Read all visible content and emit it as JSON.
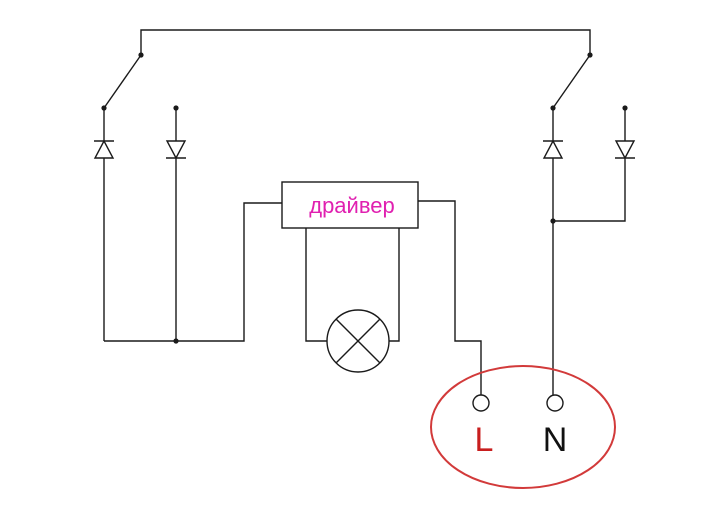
{
  "driver": {
    "label": "драйвер",
    "label_color": "#e020b0"
  },
  "terminals": {
    "live": {
      "label": "L",
      "color": "#c81e1e"
    },
    "neutral": {
      "label": "N",
      "color": "#111111"
    }
  },
  "highlight": {
    "color": "#d23a3a"
  },
  "wire_color": "#1a1a1a"
}
